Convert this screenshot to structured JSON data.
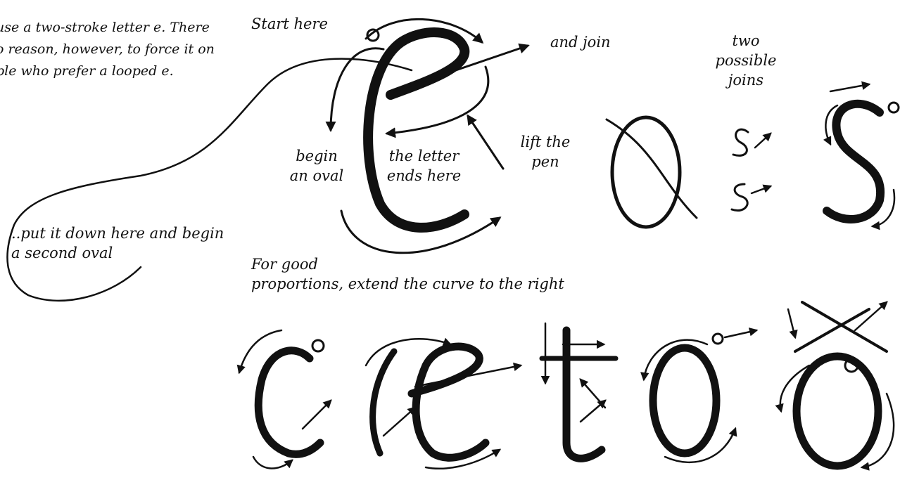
{
  "intro_lines": [
    "use a two-stroke letter e. There",
    "o reason, however, to force it on",
    "ple who prefer a looped e."
  ],
  "labels": {
    "start_here": "Start here",
    "and_join": "and join",
    "two_possible_joins": [
      "two",
      "possible",
      "joins"
    ],
    "begin_an_oval": [
      "begin",
      "an oval"
    ],
    "letter_ends_here": [
      "the letter",
      "ends here"
    ],
    "lift_the_pen": [
      "lift the",
      "pen"
    ],
    "put_it_down": [
      "..put it down here and begin",
      "a second oval"
    ],
    "good_proportions": [
      "For good",
      "proportions, extend the curve to the right"
    ]
  },
  "letters_row": [
    "c",
    "e",
    "t",
    "o",
    "o"
  ],
  "colors": {
    "ink": "#111111",
    "paper": "#ffffff"
  }
}
